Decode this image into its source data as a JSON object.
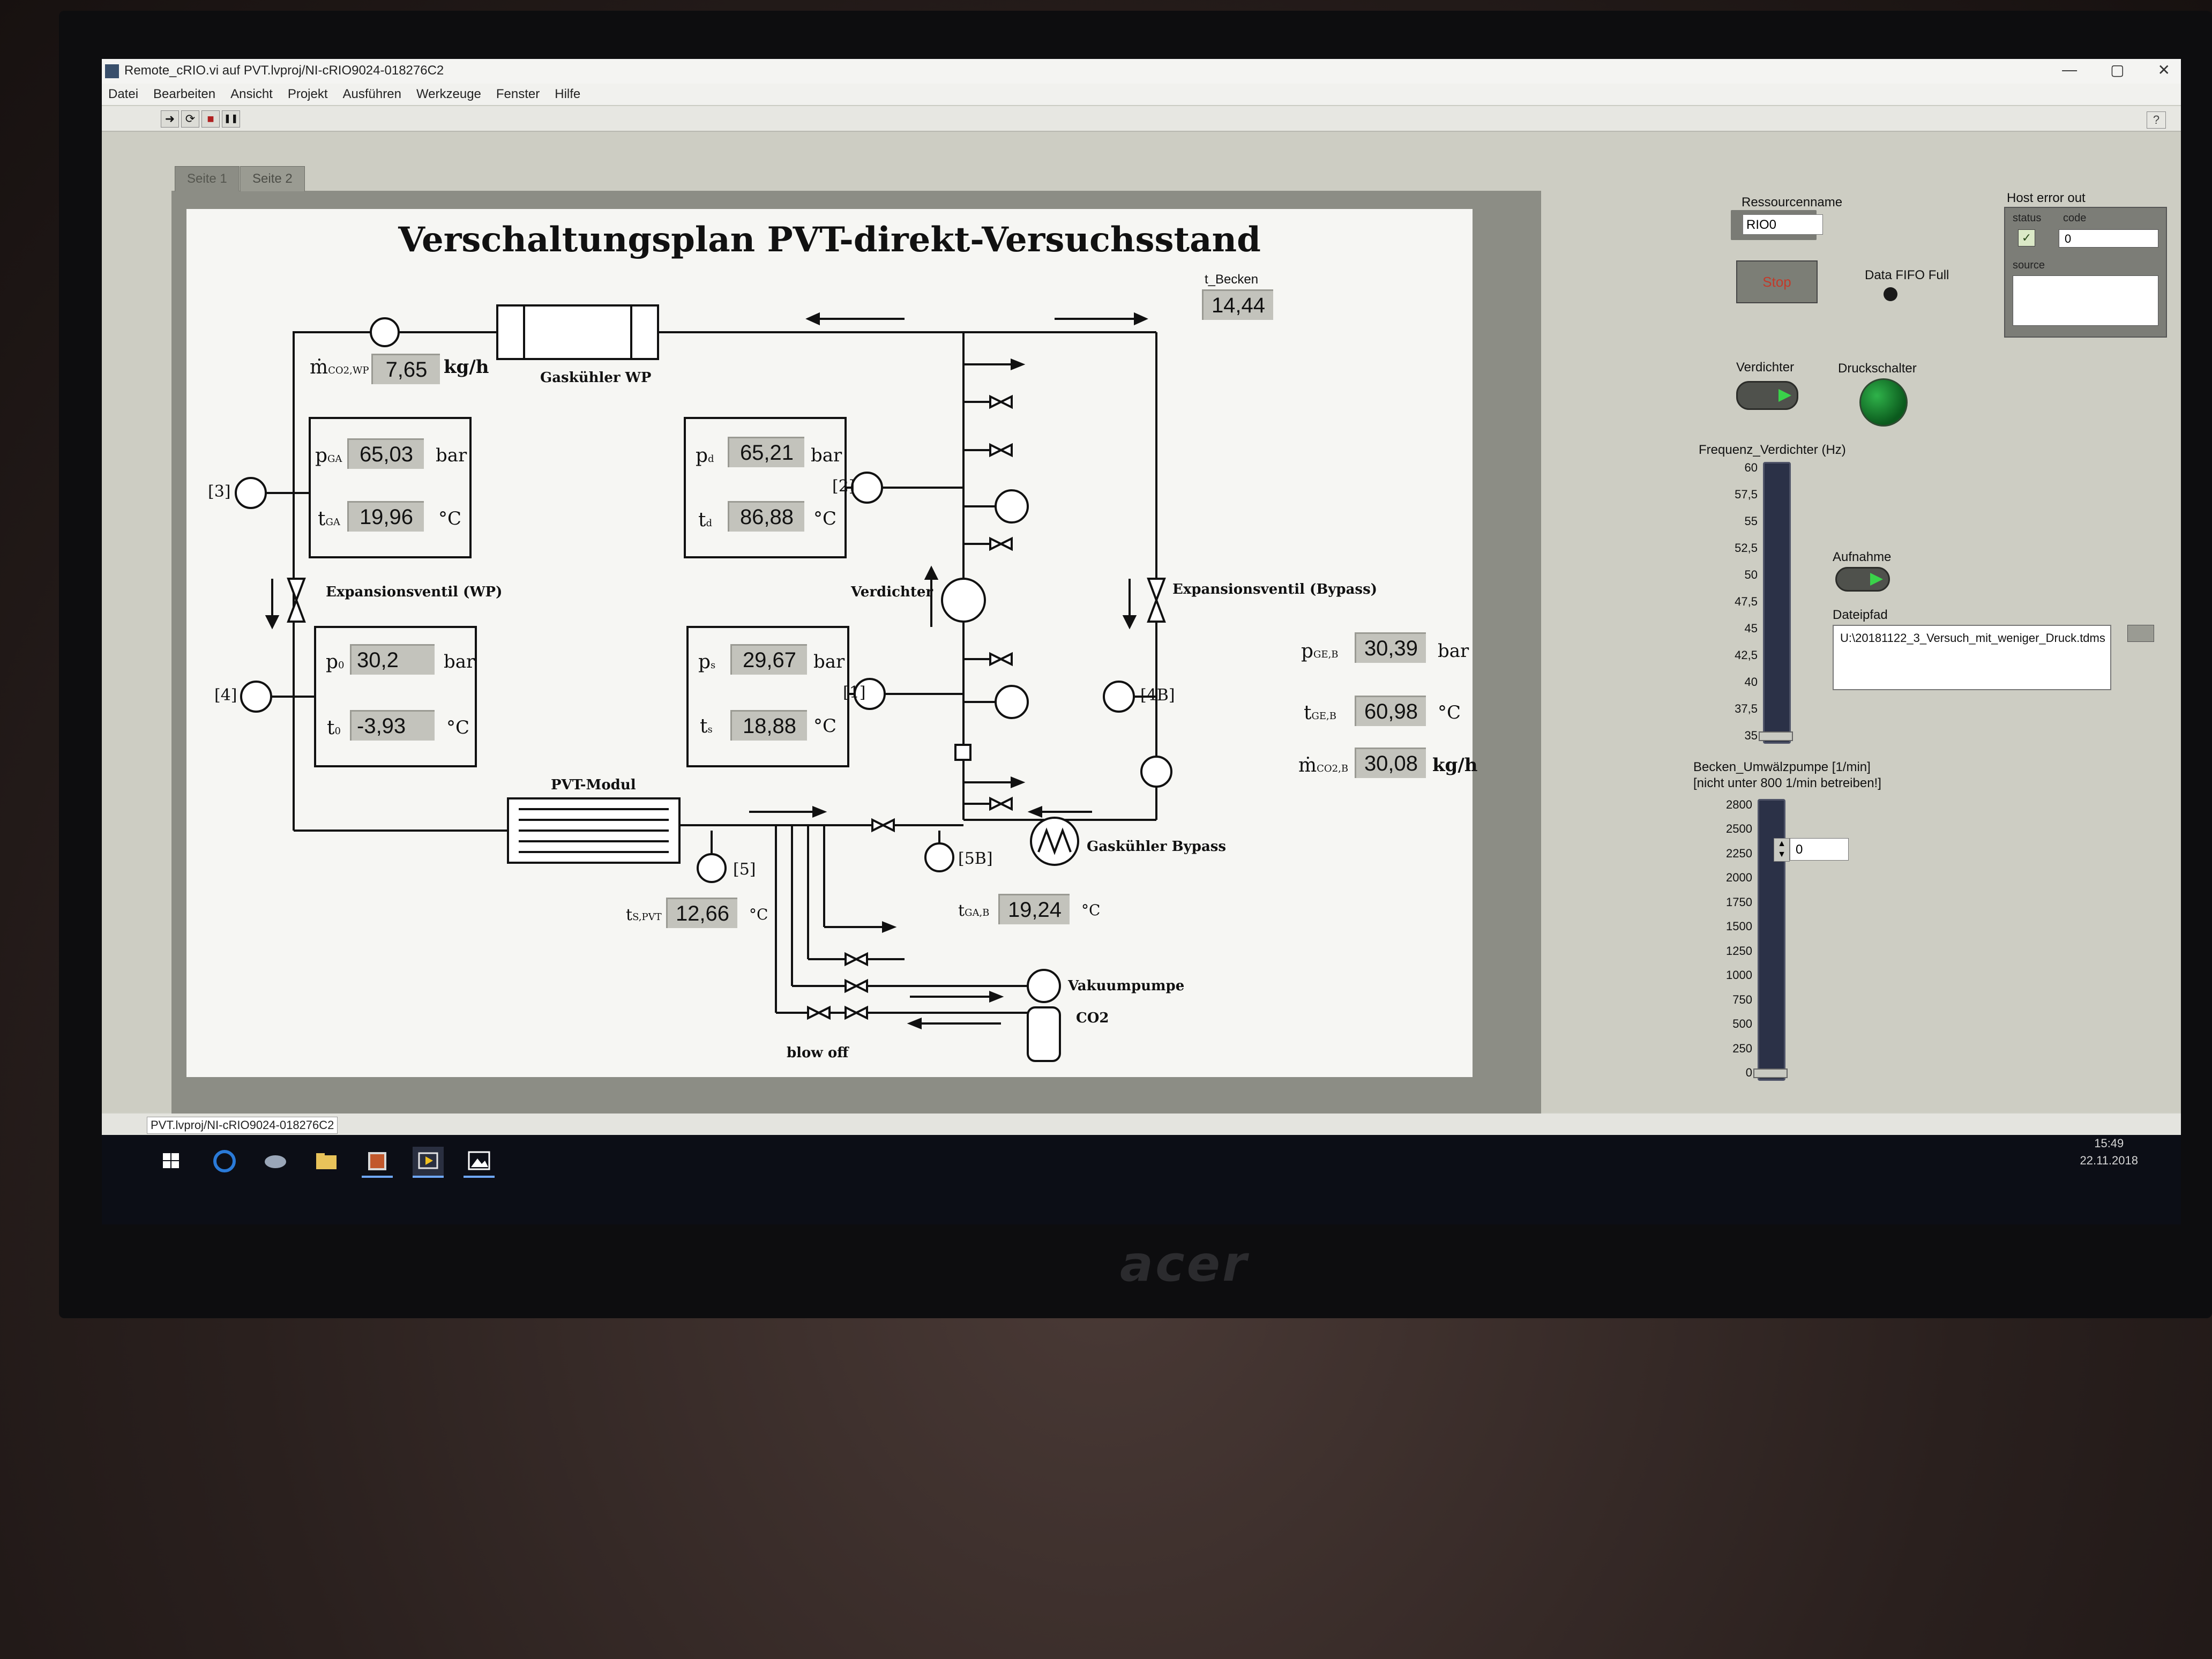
{
  "window": {
    "title": "Remote_cRIO.vi auf PVT.lvproj/NI-cRIO9024-018276C2",
    "minimize": "—",
    "maximize": "▢",
    "close": "✕"
  },
  "menu": [
    "Datei",
    "Bearbeiten",
    "Ansicht",
    "Projekt",
    "Ausführen",
    "Werkzeuge",
    "Fenster",
    "Hilfe"
  ],
  "toolbar": {
    "run": "➜",
    "run_continuous": "⟳",
    "abort": "■",
    "pause": "❚❚",
    "help": "?"
  },
  "tabs": [
    "Seite 1",
    "Seite 2"
  ],
  "diagram": {
    "title": "Verschaltungsplan PVT-direkt-Versuchsstand",
    "t_becken": {
      "label": "t_Becken",
      "value": "14,44"
    },
    "m_co2_wp": {
      "sym": "ṁ",
      "sub": "CO2,WP",
      "value": "7,65",
      "unit": "kg/h"
    },
    "gaskuehler_wp": "Gaskühler WP",
    "p_ga": {
      "sym": "p",
      "sub": "GA",
      "value": "65,03",
      "unit": "bar"
    },
    "t_ga": {
      "sym": "t",
      "sub": "GA",
      "value": "19,96",
      "unit": "°C"
    },
    "p_d": {
      "sym": "p",
      "sub": "d",
      "value": "65,21",
      "unit": "bar"
    },
    "t_d": {
      "sym": "t",
      "sub": "d",
      "value": "86,88",
      "unit": "°C"
    },
    "p_0": {
      "sym": "p",
      "sub": "0",
      "value": "30,2",
      "unit": "bar"
    },
    "t_0": {
      "sym": "t",
      "sub": "0",
      "value": "-3,93",
      "unit": "°C"
    },
    "p_s": {
      "sym": "p",
      "sub": "s",
      "value": "29,67",
      "unit": "bar"
    },
    "t_s": {
      "sym": "t",
      "sub": "s",
      "value": "18,88",
      "unit": "°C"
    },
    "p_geb": {
      "sym": "p",
      "sub": "GE,B",
      "value": "30,39",
      "unit": "bar"
    },
    "t_geb": {
      "sym": "t",
      "sub": "GE,B",
      "value": "60,98",
      "unit": "°C"
    },
    "m_co2b": {
      "sym": "ṁ",
      "sub": "CO2,B",
      "value": "30,08",
      "unit": "kg/h"
    },
    "t_s_pvt": {
      "sym": "t",
      "sub": "S,PVT",
      "value": "12,66",
      "unit": "°C"
    },
    "t_gab": {
      "sym": "t",
      "sub": "GA,B",
      "value": "19,24",
      "unit": "°C"
    },
    "labels": {
      "expansionsventil_wp": "Expansionsventil (WP)",
      "expansionsventil_bypass": "Expansionsventil (Bypass)",
      "verdichter": "Verdichter",
      "pvt_modul": "PVT-Modul",
      "gaskuehler_bypass": "Gaskühler Bypass",
      "vakuumpumpe": "Vakuumpumpe",
      "co2": "CO2",
      "blow_off": "blow off"
    },
    "sensor_tags": [
      "[1]",
      "[2]",
      "[3]",
      "[4]",
      "[4B]",
      "[5]",
      "[5B]"
    ]
  },
  "right_panel": {
    "ressourcenname": {
      "label": "Ressourcenname",
      "value": "RIO0"
    },
    "stop": "Stop",
    "data_fifo_full": "Data FIFO Full",
    "host_error": {
      "label": "Host error out",
      "status": "status",
      "code": "code",
      "code_value": "0",
      "source": "source",
      "status_mark": "✓"
    },
    "verdichter": "Verdichter",
    "druckschalter": "Druckschalter",
    "frequenz": {
      "label": "Frequenz_Verdichter (Hz)",
      "ticks": [
        "60",
        "57,5",
        "55",
        "52,5",
        "50",
        "47,5",
        "45",
        "42,5",
        "40",
        "37,5",
        "35"
      ],
      "value": 35
    },
    "aufnahme": "Aufnahme",
    "dateipfad": {
      "label": "Dateipfad",
      "value": "U:\\20181122_3_Versuch_mit_weniger_Druck.tdms"
    },
    "becken_pumpe": {
      "label": "Becken_Umwälzpumpe [1/min]",
      "label2": "[nicht unter 800 1/min betreiben!]",
      "ticks": [
        "2800",
        "2500",
        "2250",
        "2000",
        "1750",
        "1500",
        "1250",
        "1000",
        "750",
        "500",
        "250",
        "0"
      ],
      "value": 0,
      "numeric": "0"
    }
  },
  "statusbar": {
    "project": "PVT.lvproj/NI-cRIO9024-018276C2"
  },
  "taskbar": {
    "time": "15:49",
    "date": "22.11.2018"
  },
  "monitor_brand": "acer",
  "colors": {
    "led_green": "#2fb24a",
    "stop_text": "#c23a2a",
    "slider_fill": "#2b3147"
  }
}
